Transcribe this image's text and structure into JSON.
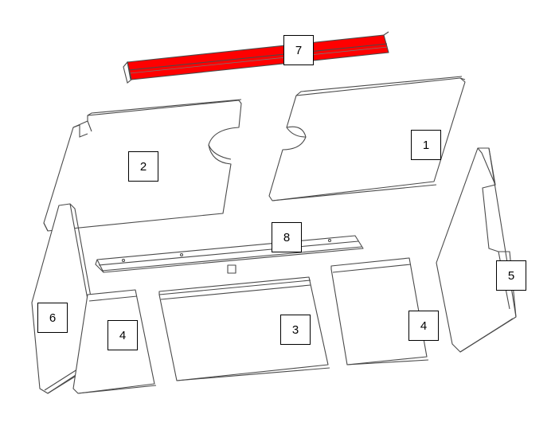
{
  "labels": {
    "part_1": "1",
    "part_2": "2",
    "part_3": "3",
    "part_4_left": "4",
    "part_4_right": "4",
    "part_5": "5",
    "part_6": "6",
    "part_7": "7",
    "part_8": "8"
  },
  "colors": {
    "highlight": "#ff0000",
    "outline": "#4a4a4a",
    "background": "#ffffff"
  }
}
